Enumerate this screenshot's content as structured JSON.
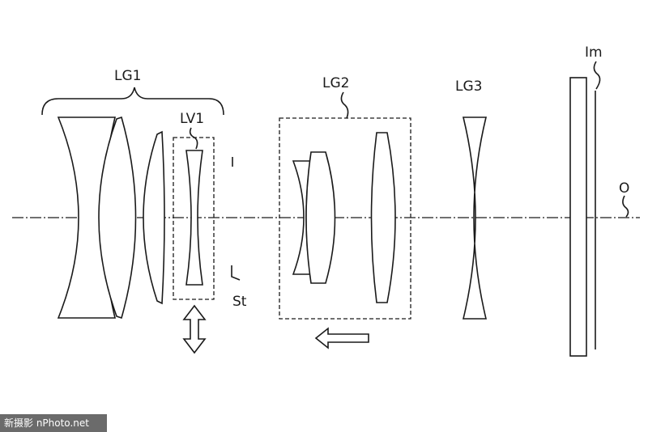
{
  "labels": {
    "lg1": "LG1",
    "lv1": "LV1",
    "lg2": "LG2",
    "lg3": "LG3",
    "im": "Im",
    "optical_axis": "O",
    "stop": "St",
    "stop_mark": "I"
  },
  "watermark": "新摄影 nPhoto.net",
  "colors": {
    "ink": "#1a1a1a",
    "watermark_bg": "#6b6b6b"
  }
}
